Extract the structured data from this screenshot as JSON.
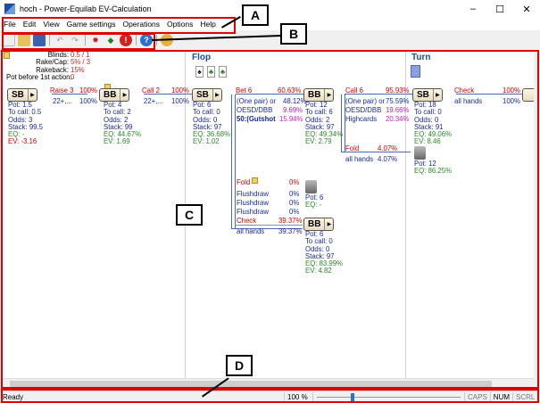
{
  "window": {
    "title": "hoch - Power-Equilab EV-Calculation"
  },
  "menu": [
    "File",
    "Edit",
    "View",
    "Game settings",
    "Operations",
    "Options",
    "Help"
  ],
  "annotations": [
    "A",
    "B",
    "C",
    "D"
  ],
  "info": {
    "blinds_label": "Blinds:",
    "blinds_val": "0.5 / 1",
    "rakecap_label": "Rake/Cap:",
    "rakecap_val": "5% / 3",
    "rakeback_label": "Rakeback:",
    "rakeback_val": "15%",
    "pot_label": "Pot before 1st action:",
    "pot_val": "0"
  },
  "streets": {
    "flop": "Flop",
    "turn": "Turn"
  },
  "flop_cards": [
    "♠",
    "♣",
    "♣"
  ],
  "nodes": {
    "sb1": {
      "label": "SB",
      "pot": "Pot: 1.5",
      "tocall": "To call: 0.5",
      "odds": "Odds: 3",
      "stack": "Stack: 99.5",
      "eq": "EQ: -",
      "ev": "EV: -3.16"
    },
    "bb1": {
      "label": "BB",
      "pot": "Pot: 4",
      "tocall": "To call: 2",
      "odds": "Odds: 2",
      "stack": "Stack: 99",
      "eq": "EQ: 44.67%",
      "ev": "EV: 1.69"
    },
    "sb2": {
      "label": "SB",
      "pot": "Pot: 6",
      "tocall": "To call: 0",
      "odds": "Odds: 0",
      "stack": "Stack: 97",
      "eq": "EQ: 36.68%",
      "ev": "EV: 1.02"
    },
    "bb2": {
      "label": "BB",
      "pot": "Pot: 12",
      "tocall": "To call: 6",
      "odds": "Odds: 2",
      "stack": "Stack: 97",
      "eq": "EQ: 49.34%",
      "ev": "EV: 2.79"
    },
    "bb3": {
      "label": "BB",
      "pot": "Pot: 6",
      "tocall": "To call: 0",
      "odds": "Odds: 0",
      "stack": "Stack: 97",
      "eq": "EQ: 83.99%",
      "ev": "EV: 4.82"
    },
    "sb3": {
      "label": "SB",
      "pot": "Pot: 18",
      "tocall": "To call: 0",
      "odds": "Odds: 0",
      "stack": "Stack: 91",
      "eq": "EQ: 49.06%",
      "ev": "EV: 8.46"
    },
    "fold1": {
      "pot": "Pot: 6",
      "eq": "EQ: -"
    },
    "fold2": {
      "pot": "Pot: 12",
      "eq": "EQ: 86.25%"
    }
  },
  "actions": {
    "raise3": "Raise 3",
    "raise3_pct": "100%",
    "raise3_range": "22+,...",
    "raise3_range_pct": "100%",
    "call2": "Call 2",
    "call2_pct": "100%",
    "call2_range": "22+,...",
    "call2_range_pct": "100%",
    "bet6": "Bet 6",
    "bet6_pct": "60.63%",
    "bet6_r1": "(One pair) or",
    "bet6_r1_pct": "48.12%",
    "bet6_r2": "OESD/DBB",
    "bet6_r2_pct": "9.69%",
    "bet6_r3": "50:(Gutshot",
    "bet6_r3_pct": "15.94%",
    "fold_a": "Fold",
    "fold_a_pct": "0%",
    "fd1": "Flushdraw",
    "fd1_pct": "0%",
    "fd2": "Flushdraw",
    "fd2_pct": "0%",
    "fd3": "Flushdraw",
    "fd3_pct": "0%",
    "check1": "Check",
    "check1_pct": "39.37%",
    "allhands1": "all hands",
    "allhands1_pct": "39.37%",
    "call6": "Call 6",
    "call6_pct": "95.93%",
    "call6_r1": "(One pair) or",
    "call6_r1_pct": "75.59%",
    "call6_r2": "OESD/DBB",
    "call6_r2_pct": "19.66%",
    "call6_r3": "Highcards",
    "call6_r3_pct": "20.34%",
    "fold_b": "Fold",
    "fold_b_pct": "4.07%",
    "allhands2": "all hands",
    "allhands2_pct": "4.07%",
    "check2": "Check",
    "check2_pct": "100%",
    "allhands3": "all hands",
    "allhands3_pct": "100%"
  },
  "status": {
    "ready": "Ready",
    "zoom": "100 %",
    "caps": "CAPS",
    "num": "NUM",
    "scrl": "SCRL"
  },
  "colors": {
    "callout": "#e00000",
    "line": "#4a6ab0",
    "street": "#1a4f9a"
  }
}
